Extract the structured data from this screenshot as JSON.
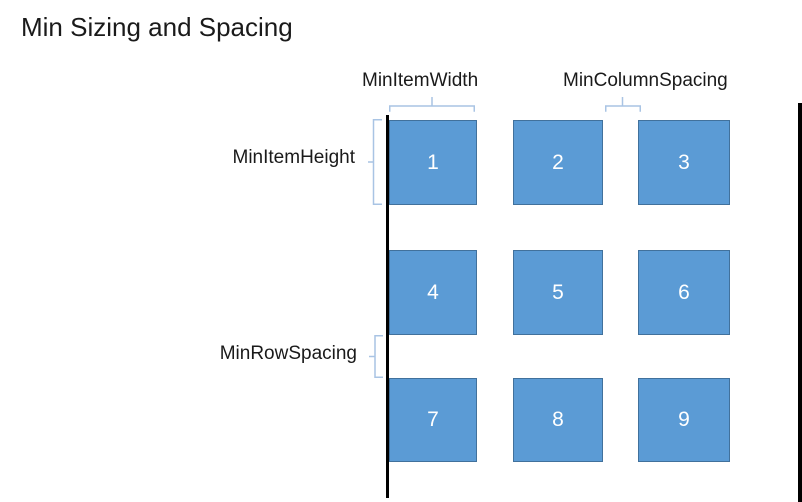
{
  "title": "Min Sizing and Spacing",
  "annotations": {
    "min_item_width": "MinItemWidth",
    "min_column_spacing": "MinColumnSpacing",
    "min_item_height": "MinItemHeight",
    "min_row_spacing": "MinRowSpacing"
  },
  "grid": {
    "rows": 3,
    "cols": 3,
    "items": [
      "1",
      "2",
      "3",
      "4",
      "5",
      "6",
      "7",
      "8",
      "9"
    ]
  },
  "colors": {
    "square_fill": "#5B9BD5",
    "square_border": "#41719C",
    "brace": "#A9C4E4",
    "boundary_line": "#000000",
    "label_text": "#1A1A1A",
    "item_number_text": "#FFFFFF"
  }
}
